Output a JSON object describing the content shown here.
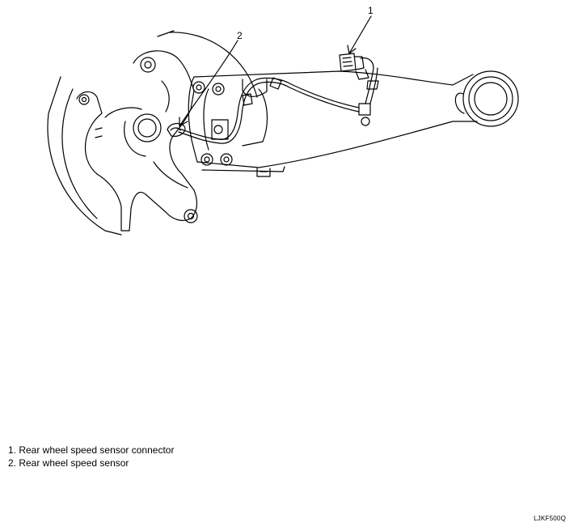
{
  "callouts": [
    {
      "number": "1"
    },
    {
      "number": "2"
    }
  ],
  "legend": [
    {
      "text": "1. Rear wheel speed sensor connector"
    },
    {
      "text": "2. Rear wheel speed sensor"
    }
  ],
  "figure_code": "LJKF500Q"
}
